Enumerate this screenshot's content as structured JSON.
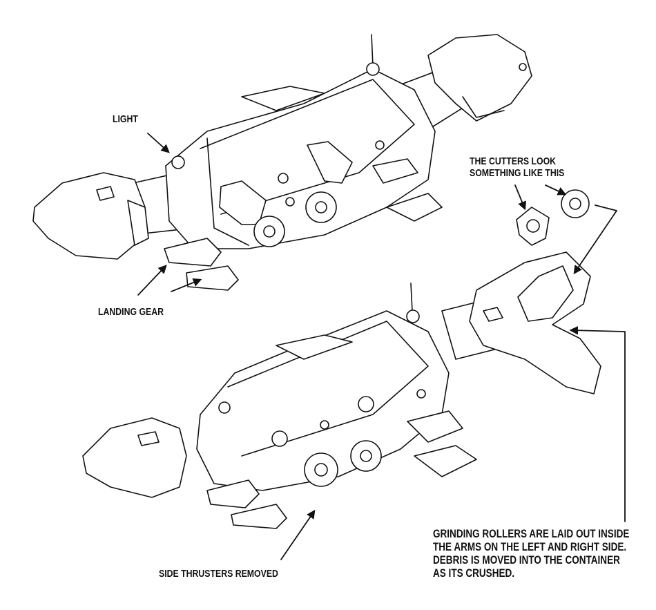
{
  "labels": {
    "light": "LIGHT",
    "cutters_line1": "THE CUTTERS LOOK",
    "cutters_line2": "SOMETHING LIKE THIS",
    "landing_gear": "LANDING GEAR",
    "side_thrusters": "SIDE THRUSTERS REMOVED",
    "grinding_line1": "GRINDING ROLLERS ARE LAID OUT INSIDE",
    "grinding_line2": "THE ARMS ON THE LEFT AND RIGHT SIDE.",
    "grinding_line3": "DEBRIS IS MOVED INTO THE CONTAINER",
    "grinding_line4": "AS ITS CRUSHED."
  },
  "colors": {
    "ink": "#111111",
    "paper": "#ffffff"
  }
}
